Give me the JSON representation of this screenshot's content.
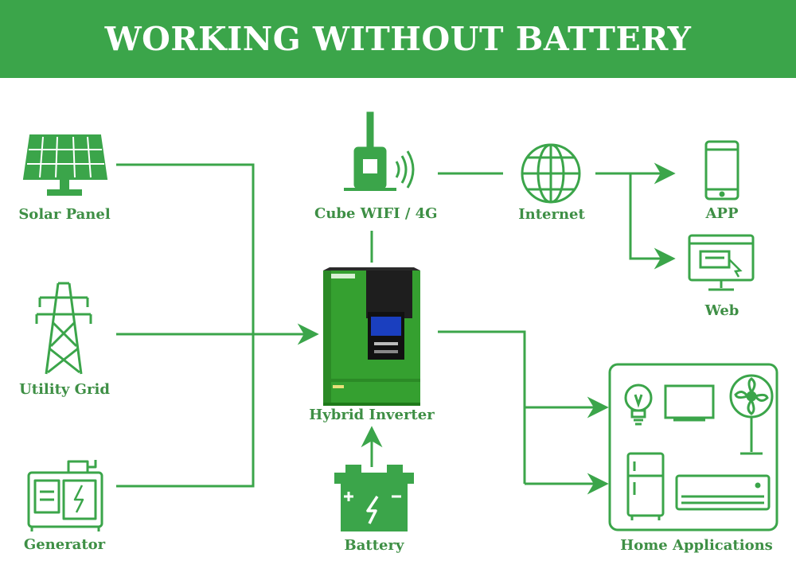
{
  "title": "WORKING WITHOUT BATTERY",
  "colors": {
    "primary": "#3ba54a",
    "label": "#3e8f45",
    "inverter_body": "#35a030"
  },
  "nodes": {
    "solar_panel": {
      "label": "Solar Panel",
      "icon": "solar-panel-icon"
    },
    "utility_grid": {
      "label": "Utility Grid",
      "icon": "transmission-tower-icon"
    },
    "generator": {
      "label": "Generator",
      "icon": "generator-icon"
    },
    "cube_wifi": {
      "label": "Cube WIFI / 4G",
      "icon": "wifi-module-icon"
    },
    "internet": {
      "label": "Internet",
      "icon": "globe-icon"
    },
    "app": {
      "label": "APP",
      "icon": "smartphone-icon"
    },
    "web": {
      "label": "Web",
      "icon": "monitor-icon"
    },
    "hybrid_inverter": {
      "label": "Hybrid Inverter",
      "icon": "inverter-icon"
    },
    "battery": {
      "label": "Battery",
      "icon": "battery-icon"
    },
    "home_applications": {
      "label": "Home Applications",
      "icon": "home-appliances-icon"
    }
  }
}
